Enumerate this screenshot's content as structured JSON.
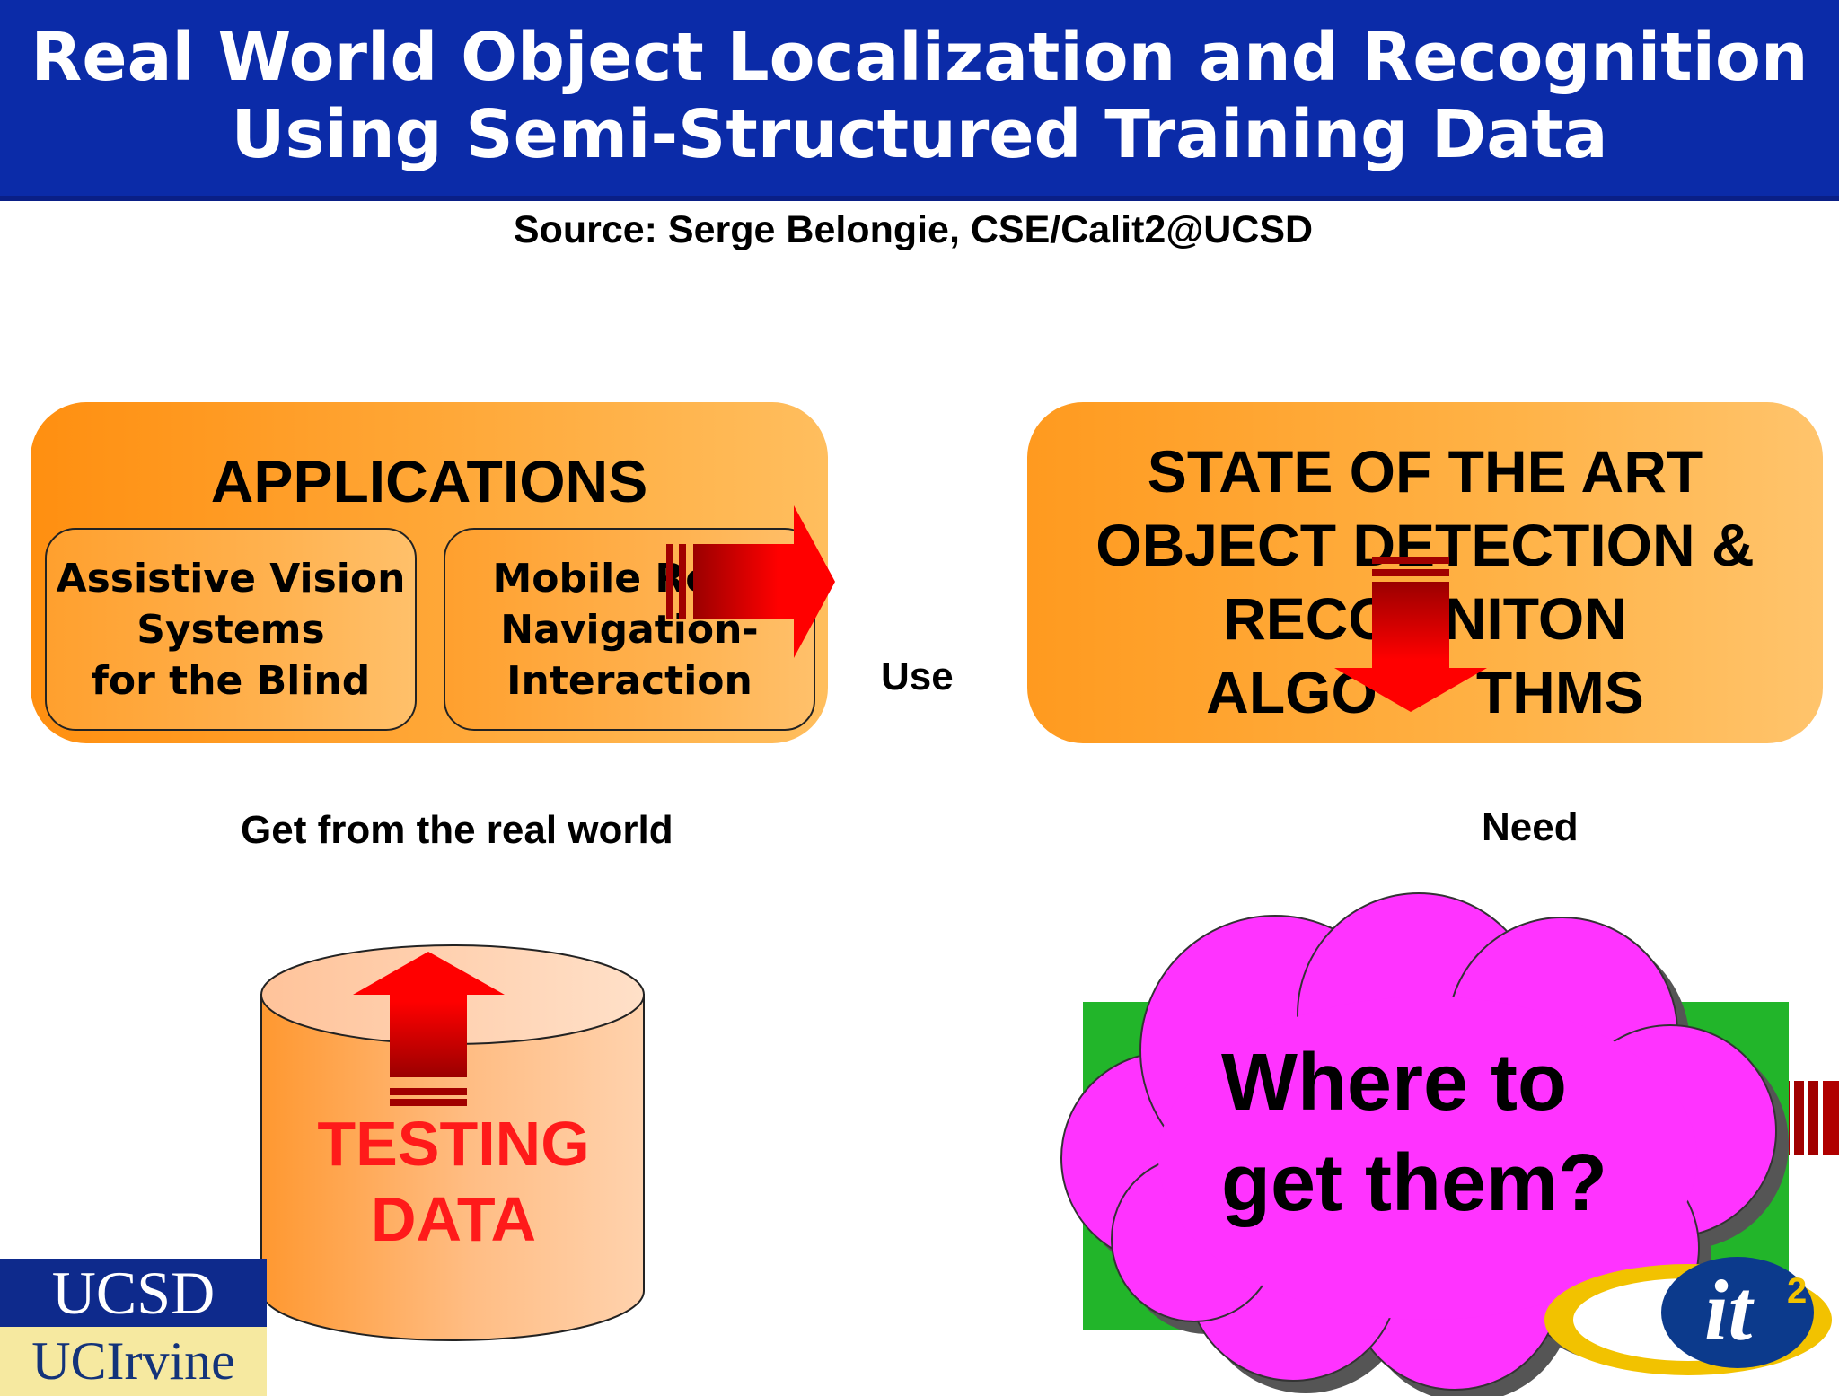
{
  "slide": {
    "title_line1": "Real World Object Localization and Recognition",
    "title_line2": "Using Semi-Structured Training Data",
    "source": "Source: Serge Belongie, CSE/Calit2@UCSD"
  },
  "applications": {
    "heading": "APPLICATIONS",
    "assistive": {
      "line1": "Assistive Vision",
      "line2": "Systems",
      "line3": "for the Blind"
    },
    "mobile": {
      "line1": "Mobile Ro",
      "line2": "Navigation-",
      "line3": "Interaction"
    }
  },
  "state_of_art": {
    "line1": "STATE OF THE ART",
    "line2": "OBJECT DETECTION &",
    "line3": "RECO   NITON",
    "line4": "ALGO      THMS"
  },
  "labels": {
    "use": "Use",
    "get_from_real_world": "Get from the real world",
    "need": "Need"
  },
  "testing_data": {
    "line1": "TESTING",
    "line2": "DATA"
  },
  "cloud": {
    "line1": "Where to",
    "line2": "get them?"
  },
  "logos": {
    "ucsd": "UCSD",
    "uci": "UCIrvine",
    "calit2_mark": "it",
    "calit2_sup": "2"
  },
  "colors": {
    "title_bar": "#0b2ba8",
    "box_orange": "#ff9a1f",
    "arrow_red": "#ff0000",
    "arrow_dark": "#a10000",
    "cloud_magenta": "#ff33ff",
    "green_panel": "#22b52a",
    "testing_text": "#ff1a1a"
  }
}
